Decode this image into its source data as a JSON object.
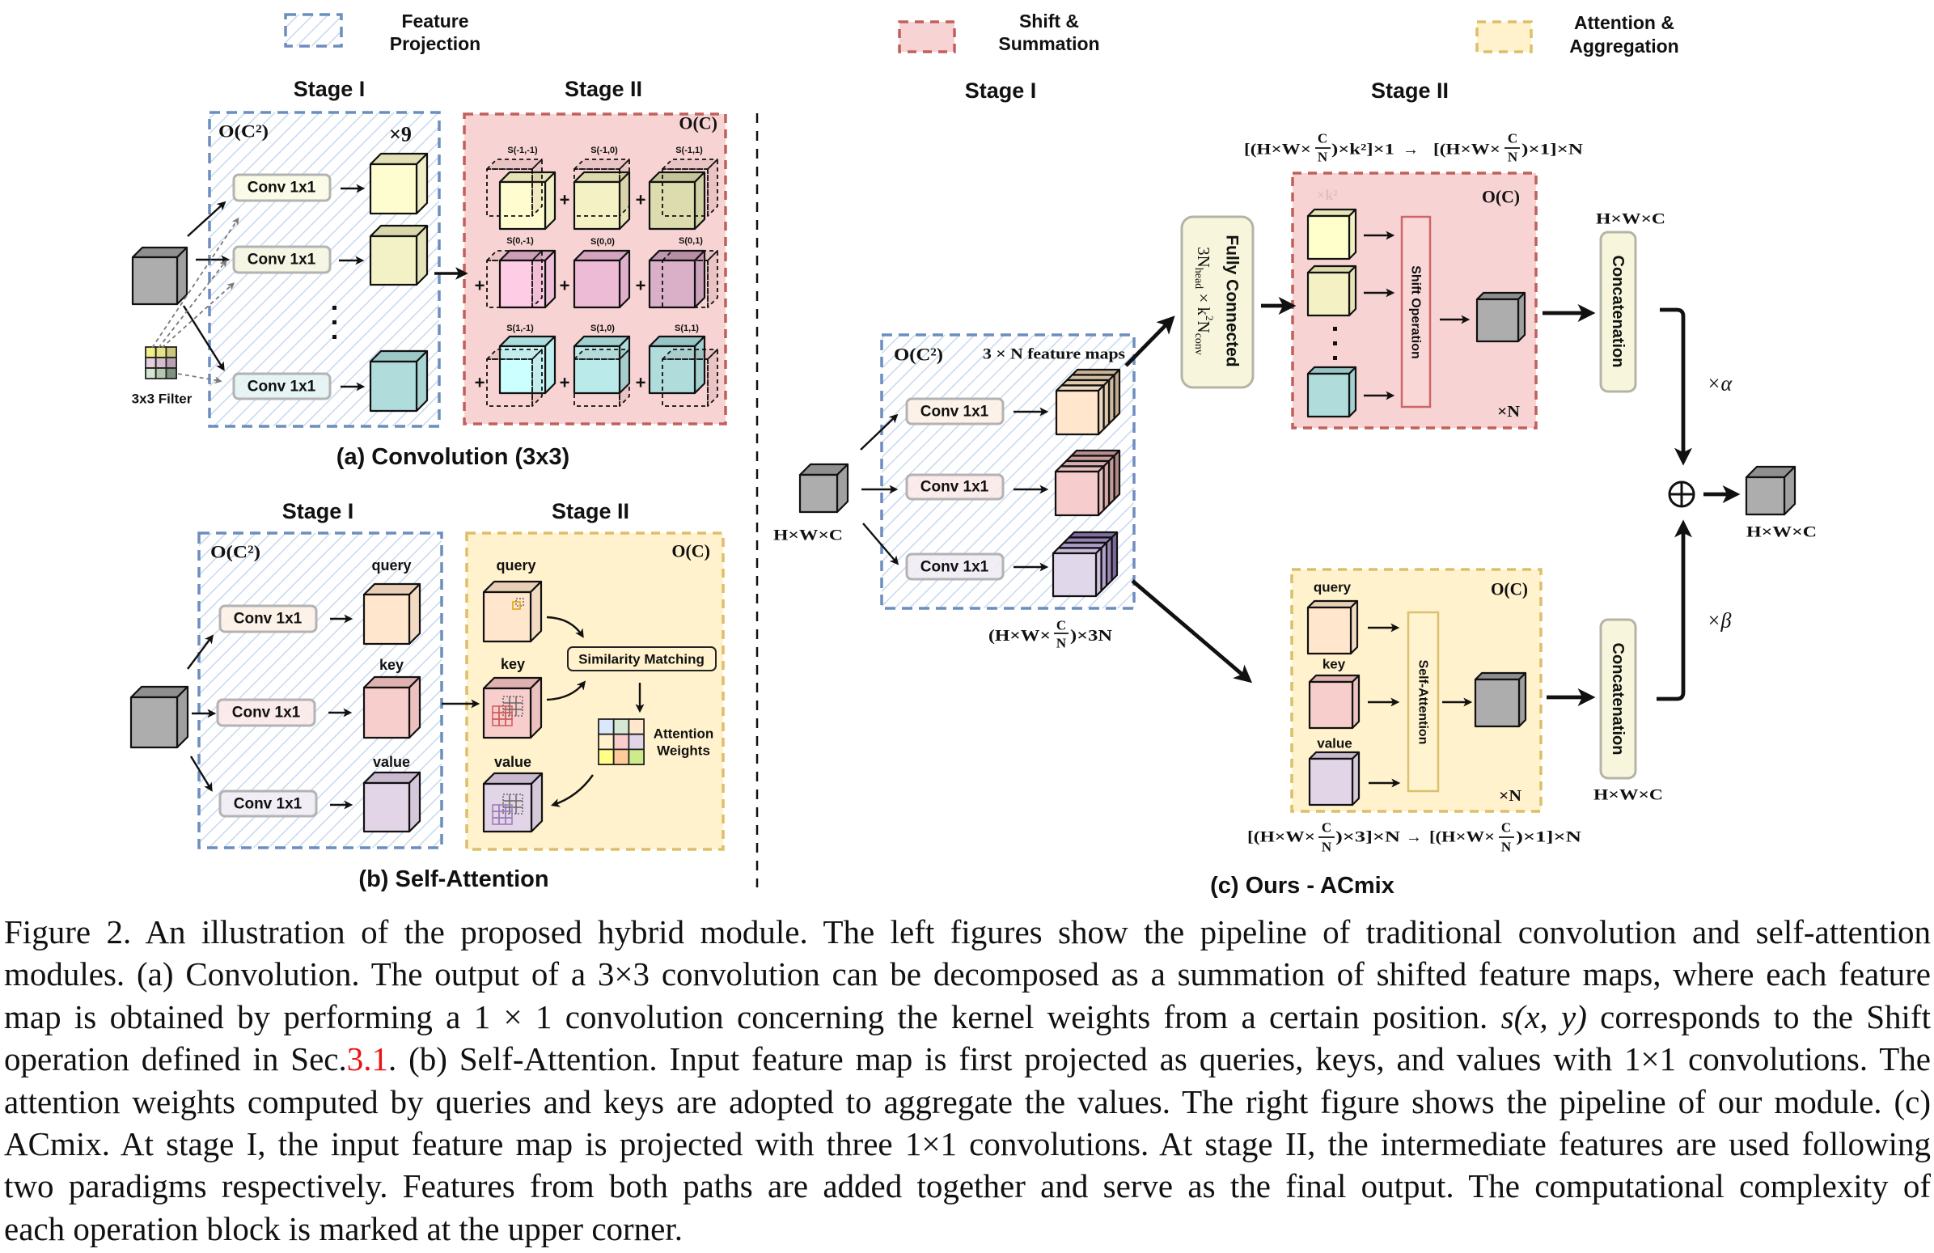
{
  "figure": {
    "legend": [
      {
        "line1": "Feature",
        "line2": "Projection"
      },
      {
        "line1": "Shift &",
        "line2": "Summation"
      },
      {
        "line1": "Attention &",
        "line2": "Aggregation"
      }
    ],
    "panel_a": {
      "stage1_title": "Stage I",
      "stage2_title": "Stage II",
      "stage1_cost": "O(C²)",
      "stage2_cost": "O(C)",
      "repeat": "×9",
      "conv_labels": [
        "Conv 1x1",
        "Conv 1x1",
        "Conv 1x1"
      ],
      "filter_label": "3x3 Filter",
      "shift_labels": [
        "S(-1,-1)",
        "S(-1,0)",
        "S(-1,1)",
        "S(0,-1)",
        "S(0,0)",
        "S(0,1)",
        "S(1,-1)",
        "S(1,0)",
        "S(1,1)"
      ],
      "plus": "+",
      "title": "(a) Convolution (3x3)"
    },
    "panel_b": {
      "stage1_title": "Stage I",
      "stage2_title": "Stage II",
      "stage1_cost": "O(C²)",
      "stage2_cost": "O(C)",
      "conv_labels": [
        "Conv 1x1",
        "Conv 1x1",
        "Conv 1x1"
      ],
      "projections": [
        "query",
        "key",
        "value"
      ],
      "similarity": "Similarity Matching",
      "weights_line1": "Attention",
      "weights_line2": "Weights",
      "title": "(b) Self-Attention"
    },
    "panel_c": {
      "stage1_title": "Stage I",
      "stage2_title": "Stage II",
      "stage1_cost": "O(C²)",
      "feature_maps": "3 × N  feature maps",
      "conv_labels": [
        "Conv 1x1",
        "Conv 1x1",
        "Conv 1x1"
      ],
      "input_shape": "H×W×C",
      "stage1_shape": {
        "pre": "(H×W×",
        "num": "C",
        "den": "N",
        "post": ")×3N"
      },
      "fc": {
        "title": "Fully Connected",
        "a": "3N",
        "sub1": "head",
        "b": " × k",
        "sup": "2",
        "c": "N",
        "sub2": "conv"
      },
      "shift_branch": {
        "formula": {
          "l_pre": "[(H×W×",
          "l_num": "C",
          "l_den": "N",
          "l_post": ")×k²]×1",
          "arrow": "→",
          "r_pre": "[(H×W×",
          "r_num": "C",
          "r_den": "N",
          "r_post": ")×1]×N"
        },
        "cost": "O(C)",
        "repeat_k": "×k²",
        "repeat_n": "×N",
        "op": "Shift Operation",
        "concat": "Concatenation",
        "out_shape": "H×W×C",
        "weight": "×α"
      },
      "attention_branch": {
        "formula": {
          "l_pre": "[(H×W×",
          "l_num": "C",
          "l_den": "N",
          "l_post": ")×3]×N",
          "arrow": "→",
          "r_pre": "[(H×W×",
          "r_num": "C",
          "r_den": "N",
          "r_post": ")×1]×N"
        },
        "cost": "O(C)",
        "repeat_n": "×N",
        "projections": [
          "query",
          "key",
          "value"
        ],
        "op": "Self-Attention",
        "concat": "Concatenation",
        "out_shape": "H×W×C",
        "weight": "×β"
      },
      "output_shape": "H×W×C",
      "title": "(c) Ours - ACmix"
    }
  },
  "caption": {
    "line1": "Figure 2. An illustration of the proposed hybrid module. The left figures show the pipeline of traditional convolution and self-attention",
    "line2": "modules. (a) Convolution. The output of a 3×3 convolution can be decomposed as a summation of shifted feature maps, where each feature",
    "line3_pre": "map is obtained by performing a 1 × 1 convolution concerning the kernel weights from a certain position. ",
    "line3_math": "s(x, y)",
    "line3_post": " corresponds to the Shift",
    "line4_pre": "operation defined in Sec.",
    "line4_link": "3.1",
    "line4_post": ". (b) Self-Attention. Input feature map is first projected as queries, keys, and values with 1×1 convolutions. The",
    "line5": "attention weights computed by queries and keys are adopted to aggregate the values. The right figure shows the pipeline of our module. (c)",
    "line6": "ACmix. At stage I, the input feature map is projected with three 1×1 convolutions. At stage II, the intermediate features are used following",
    "line7": "two paradigms respectively. Features from both paths are added together and serve as the final output. The computational complexity of",
    "line8": "each operation block is marked at the upper corner."
  },
  "colors": {
    "feature_projection_border": "#6c8ebf",
    "feature_projection_hatch": "#c7d9ef",
    "shift_summation_fill": "#f8d3d3",
    "shift_summation_border": "#c0605c",
    "attention_aggregation_fill": "#fff2cc",
    "attention_aggregation_border": "#dcbf6a",
    "reference_link": "#ee1111"
  }
}
